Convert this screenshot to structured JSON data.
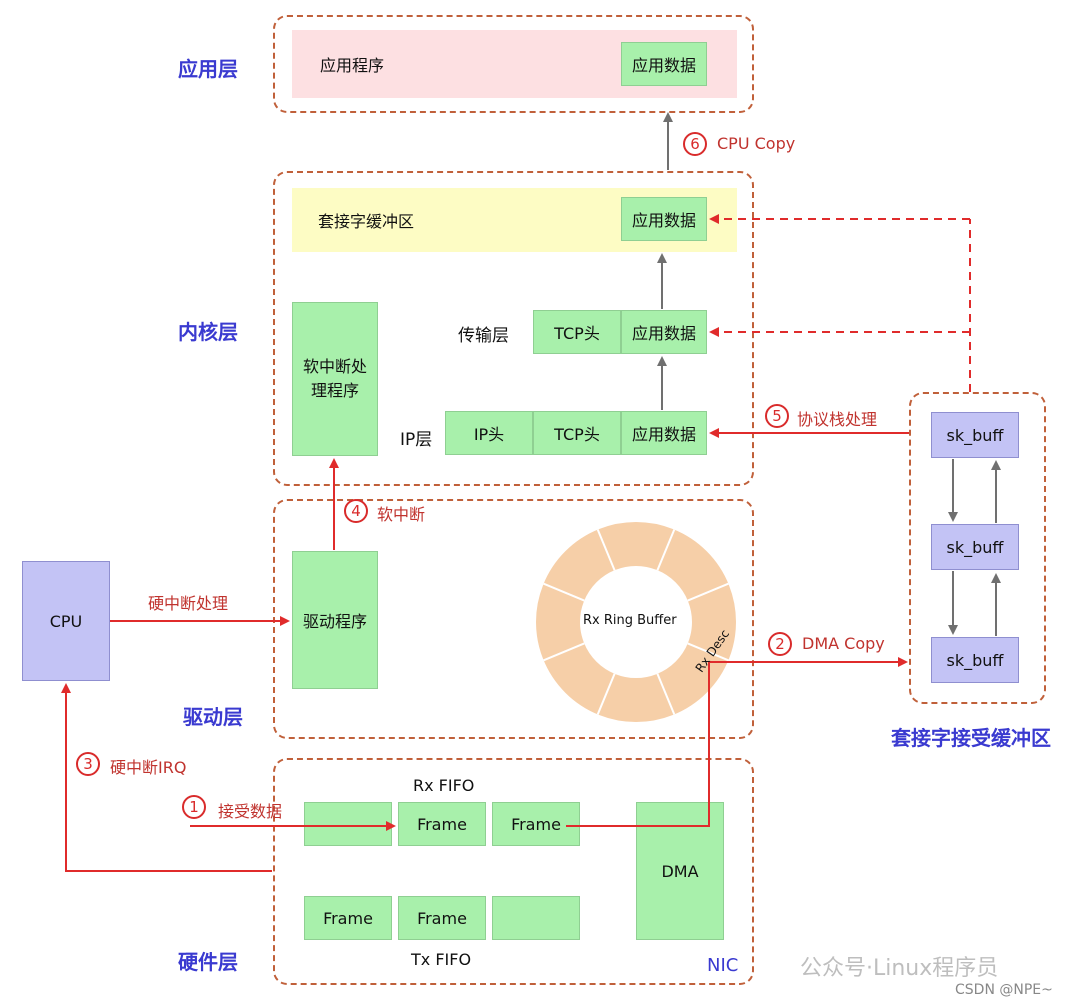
{
  "layers": {
    "app": "应用层",
    "kernel": "内核层",
    "driver": "驱动层",
    "hardware": "硬件层"
  },
  "app_program": "应用程序",
  "app_data": "应用数据",
  "socket_buffer": "套接字缓冲区",
  "softirq_handler": "软中断处理程序",
  "transport_layer": "传输层",
  "ip_layer": "IP层",
  "tcp_header": "TCP头",
  "ip_header": "IP头",
  "driver_program": "驱动程序",
  "cpu": "CPU",
  "ring_buffer": "Rx Ring Buffer",
  "rx_desc": "Rx Desc",
  "rx_fifo": "Rx FIFO",
  "tx_fifo": "Tx FIFO",
  "frame": "Frame",
  "dma": "DMA",
  "nic": "NIC",
  "sk_buff": "sk_buff",
  "socket_recv_buffer": "套接字接受缓冲区",
  "steps": {
    "s1": {
      "num": "1",
      "label": "接受数据"
    },
    "s2": {
      "num": "2",
      "label": "DMA Copy"
    },
    "s3": {
      "num": "3",
      "label": "硬中断IRQ"
    },
    "s4": {
      "num": "4",
      "label": "软中断"
    },
    "s5": {
      "num": "5",
      "label": "协议栈处理"
    },
    "s6": {
      "num": "6",
      "label": "CPU Copy"
    }
  },
  "hard_irq_handling": "硬中断处理",
  "watermark": "公众号·Linux程序员",
  "credit": "CSDN @NPE~",
  "colors": {
    "layer_border": "#c0603a",
    "arrow_red": "#e02b2b",
    "arrow_gray": "#707070",
    "green": "#a8f0ab",
    "purple": "#c3c3f5",
    "app_bg": "#fde0e2",
    "socket_bg": "#fdfcc4",
    "ring": "#f6cfa8",
    "title_blue": "#3a3ad0"
  }
}
